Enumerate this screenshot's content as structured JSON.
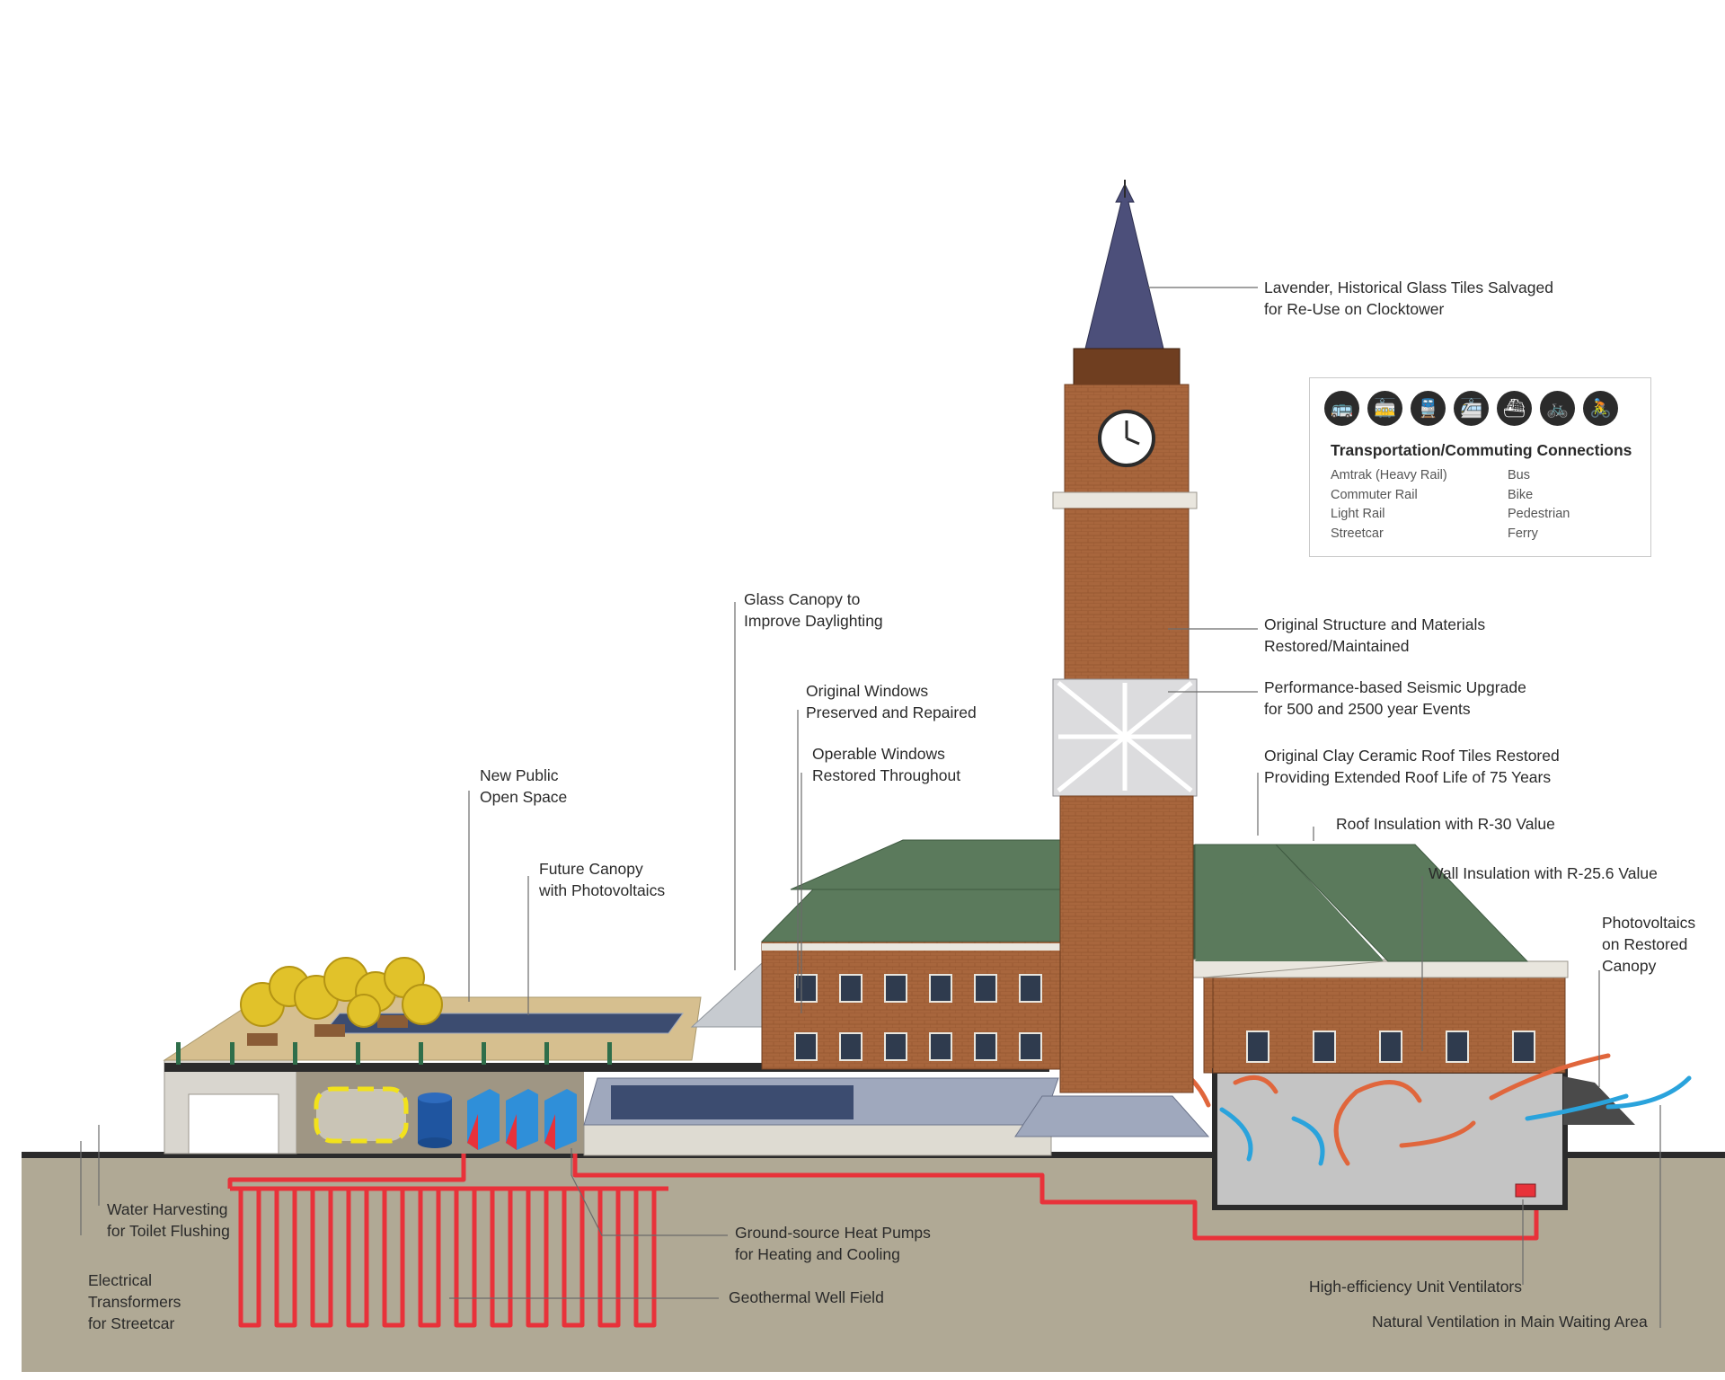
{
  "labels": {
    "glass_tiles": [
      "Lavender, Historical Glass Tiles Salvaged",
      "for Re-Use on Clocktower"
    ],
    "original_structure": [
      "Original Structure and Materials",
      "Restored/Maintained"
    ],
    "seismic": [
      "Performance-based Seismic Upgrade",
      "for 500 and 2500 year Events"
    ],
    "roof_tiles": [
      "Original Clay Ceramic Roof Tiles Restored",
      "Providing Extended Roof Life of 75 Years"
    ],
    "roof_insulation": [
      "Roof Insulation with R-30 Value"
    ],
    "wall_insulation": [
      "Wall Insulation with R-25.6 Value"
    ],
    "pv_restored_canopy": [
      "Photovoltaics",
      "on Restored",
      "Canopy"
    ],
    "glass_canopy": [
      "Glass Canopy to",
      "Improve Daylighting"
    ],
    "original_windows": [
      "Original Windows",
      "Preserved and Repaired"
    ],
    "operable_windows": [
      "Operable Windows",
      "Restored Throughout"
    ],
    "public_open_space": [
      "New Public",
      "Open Space"
    ],
    "future_canopy": [
      "Future Canopy",
      "with Photovoltaics"
    ],
    "water_harvesting": [
      "Water Harvesting",
      "for Toilet Flushing"
    ],
    "transformers": [
      "Electrical",
      "Transformers",
      "for Streetcar"
    ],
    "heat_pumps": [
      "Ground-source Heat Pumps",
      "for Heating and Cooling"
    ],
    "well_field": [
      "Geothermal Well Field"
    ],
    "unit_ventilators": [
      "High-efficiency Unit Ventilators"
    ],
    "natural_ventilation": [
      "Natural Ventilation in Main Waiting Area"
    ]
  },
  "legend": {
    "title": "Transportation/Commuting Connections",
    "col1": [
      "Amtrak (Heavy Rail)",
      "Commuter Rail",
      "Light Rail",
      "Streetcar"
    ],
    "col2": [
      "Bus",
      "Bike",
      "Pedestrian",
      "Ferry"
    ],
    "icons": [
      {
        "name": "bus-icon",
        "glyph": "🚌"
      },
      {
        "name": "tram-icon",
        "glyph": "🚋"
      },
      {
        "name": "train-icon",
        "glyph": "🚆"
      },
      {
        "name": "light-rail-icon",
        "glyph": "🚈"
      },
      {
        "name": "ferry-icon",
        "glyph": "⛴"
      },
      {
        "name": "bike-icon",
        "glyph": "🚲"
      },
      {
        "name": "cyclist-icon",
        "glyph": "🚴"
      }
    ]
  },
  "colors": {
    "ground": "#b0a995",
    "brick": "#a8663d",
    "roof": "#5b7a5c",
    "geothermal_pipe": "#e8323a",
    "heat_pump_blue": "#2f8fd9",
    "cool_air": "#2aa3dc",
    "warm_air": "#e0663c",
    "water_tank": "#1f55a0",
    "water_outline": "#f2e21b",
    "trees": "#e1c22a"
  }
}
